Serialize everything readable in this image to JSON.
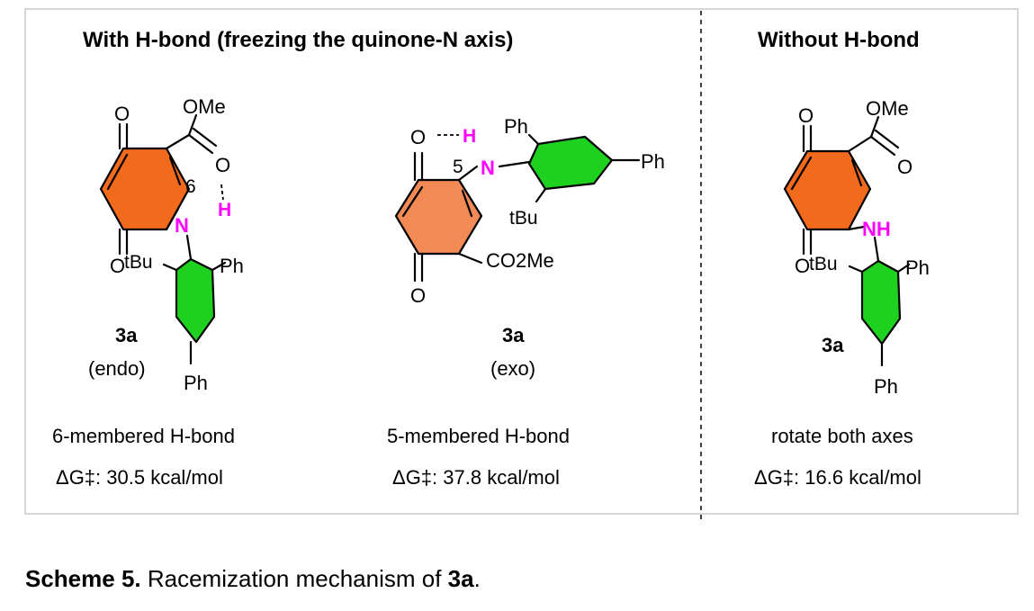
{
  "panels": {
    "left_title": "With H-bond (freezing the quinone-N axis)",
    "right_title": "Without H-bond"
  },
  "molecules": {
    "endo": {
      "compound": "3a",
      "conformer": "(endo)",
      "ring_size": "6",
      "description": "6-membered  H-bond",
      "energy": "ΔG‡: 30.5 kcal/mol",
      "labels": {
        "o_top": "O",
        "ome": "OMe",
        "o_ester": "O",
        "h": "H",
        "n": "N",
        "o_bottom": "O",
        "tbu": "tBu",
        "ph_right": "Ph",
        "ph_bottom": "Ph"
      }
    },
    "exo": {
      "compound": "3a",
      "conformer": "(exo)",
      "ring_size": "5",
      "description": "5-membered  H-bond",
      "energy": "ΔG‡: 37.8 kcal/mol",
      "labels": {
        "o_top": "O",
        "h": "H",
        "n": "N",
        "ph_top": "Ph",
        "ph_right": "Ph",
        "tbu": "tBu",
        "co2me": "CO2Me",
        "o_bottom": "O"
      }
    },
    "free": {
      "compound": "3a",
      "description": "rotate both axes",
      "energy": "ΔG‡: 16.6 kcal/mol",
      "labels": {
        "o_top": "O",
        "ome": "OMe",
        "o_ester": "O",
        "nh": "NH",
        "o_bottom": "O",
        "tbu": "tBu",
        "ph_right": "Ph",
        "ph_bottom": "Ph"
      }
    }
  },
  "caption": {
    "label": "Scheme 5.",
    "text": " Racemization mechanism of ",
    "compound": "3a",
    "end": "."
  },
  "colors": {
    "quinone_fill": "#f26a1b",
    "quinone_fill_exo": "#f28a55",
    "aryl_fill": "#1fd11f",
    "heteroatom": "#ff00ff",
    "frame": "#c8c8c8"
  }
}
